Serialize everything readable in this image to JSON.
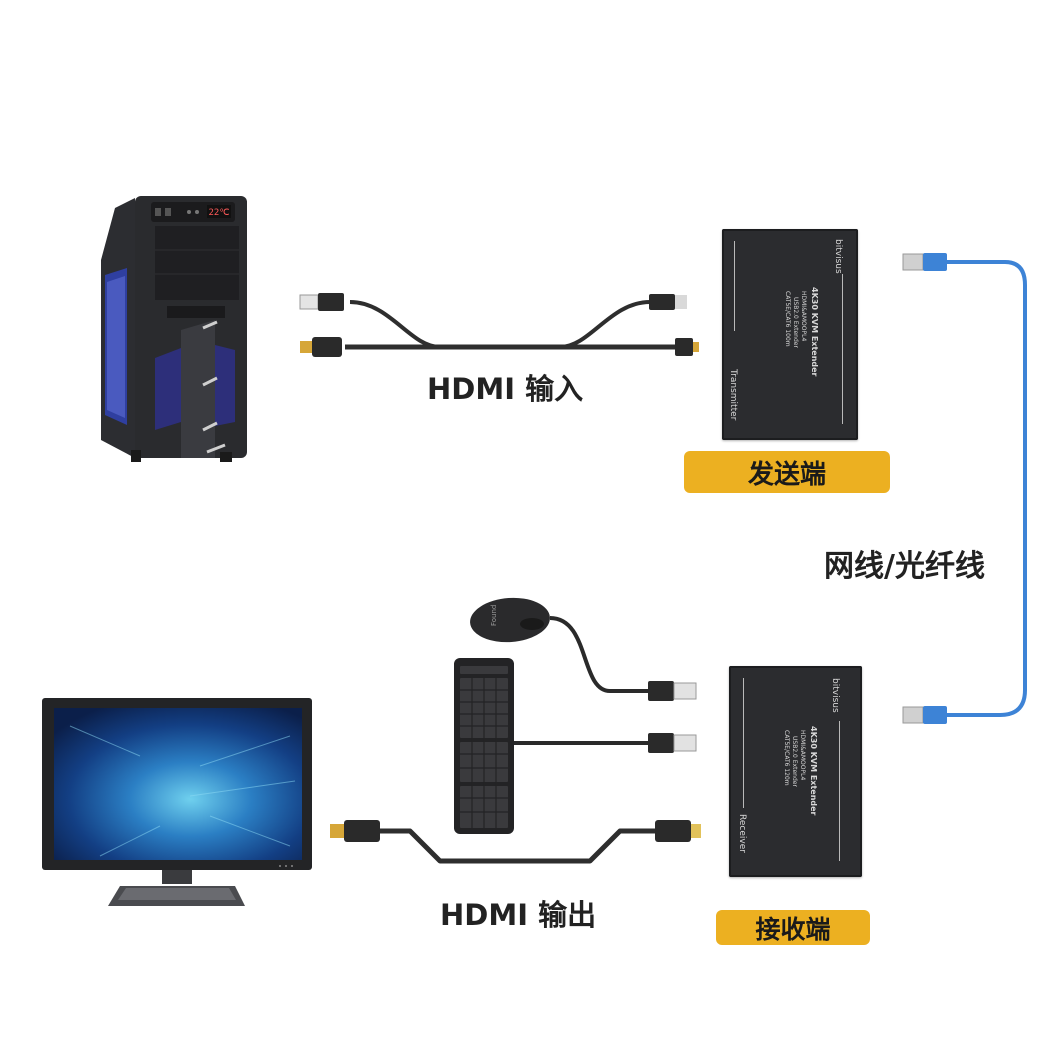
{
  "labels": {
    "hdmi_input": "HDMI 输入",
    "hdmi_output": "HDMI 输出",
    "network_cable": "网线/光纤线"
  },
  "badges": {
    "transmitter": "发送端",
    "receiver": "接收端"
  },
  "devices": {
    "transmitter": {
      "brand": "bitvisus",
      "model": "4K30 KVM Extender",
      "lines": [
        "HDMI&AMOOPL4",
        "USB2.0 Extender",
        "CAT5E/CAT6 100m"
      ],
      "role": "Transmitter"
    },
    "receiver": {
      "brand": "bitvisus",
      "model": "4K30 KVM Extender",
      "lines": [
        "HDMI&AMOOPL4",
        "USB2.0 Extender",
        "CAT5E/CAT6 120m"
      ],
      "role": "Receiver"
    },
    "pc_case": {
      "temp_display": "22℃"
    },
    "mouse": {
      "brand": "Found"
    }
  },
  "colors": {
    "badge": "#ecb021",
    "cable_dark": "#2e2e2e",
    "network_cable": "#3d83d6",
    "device_body": "#2b2c2f"
  }
}
